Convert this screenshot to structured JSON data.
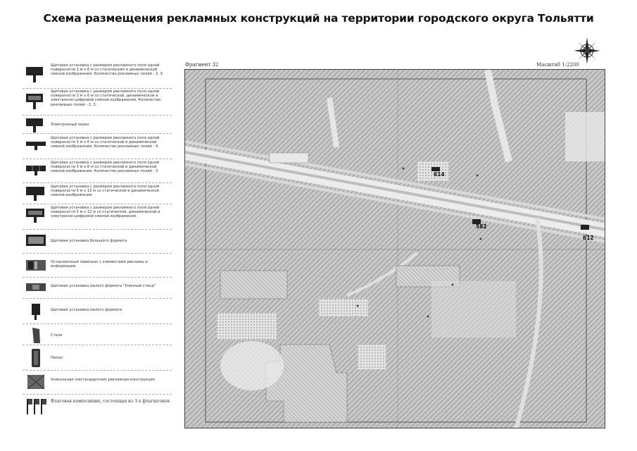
{
  "title": "Схема размещения рекламных конструкций на территории городского округа Тольятти",
  "map": {
    "fragment": "Фрагмент 32",
    "scale": "Масштаб 1:2200",
    "markers": [
      {
        "id": "614"
      },
      {
        "id": "582"
      },
      {
        "id": "612"
      }
    ]
  },
  "legend": [
    {
      "icon": "billboard-3x6-icon",
      "text": "Щитовая установка с размером рекламного поля одной поверхности 3 м х 6 м со статическим и динамической сменой изображения. Количество рекламных полей - 2, 3."
    },
    {
      "icon": "billboard-3x6-digital-icon",
      "text": "Щитовая установка с размером рекламного поля одной поверхности 3 м х 6 м со статической, динамической и электронно-цифровой сменой изображения. Количество рекламных полей - 2, 3."
    },
    {
      "icon": "electronic-screen-icon",
      "text": "Электронный экран"
    },
    {
      "icon": "billboard-3x6-four-icon",
      "text": "Щитовая установка с размером рекламного поля одной поверхности 3 м х 6 м со статической и динамической сменой изображения. Количество рекламных полей - 4."
    },
    {
      "icon": "billboard-3x6-three-icon",
      "text": "Щитовая установка с размером рекламного поля одной поверхности 3 м х 6 м со статической и динамической сменой изображения. Количество рекламных полей - 3."
    },
    {
      "icon": "billboard-5x12-icon",
      "text": "Щитовая установка с размером рекламного поля одной поверхности 5 м х 12 м со статической и динамической сменой изображения."
    },
    {
      "icon": "billboard-5x12-digital-icon",
      "text": "Щитовая установка с размером рекламного поля одной поверхности 5 м х 12 м со статической, динамической и электронно-цифровой сменой изображения."
    },
    {
      "icon": "large-billboard-icon",
      "text": "Щитовая установка большого формата"
    },
    {
      "icon": "bus-stop-pavilion-icon",
      "text": "Остановочный павильон с элементами рекламы и информации."
    },
    {
      "icon": "small-billboard-stand-icon",
      "text": "Щитовая установка малого формата \"Уличный стенд\""
    },
    {
      "icon": "small-billboard-icon",
      "text": "Щитовая установка малого формата"
    },
    {
      "icon": "stele-icon",
      "text": "Стела"
    },
    {
      "icon": "pylon-icon",
      "text": "Пилон"
    },
    {
      "icon": "unique-structure-icon",
      "text": "Уникальная (нестандартная) рекламная конструкция"
    },
    {
      "icon": "flag-composition-icon",
      "text": "Флаговая композиция, состоящая из 3-х флагштоков"
    }
  ]
}
